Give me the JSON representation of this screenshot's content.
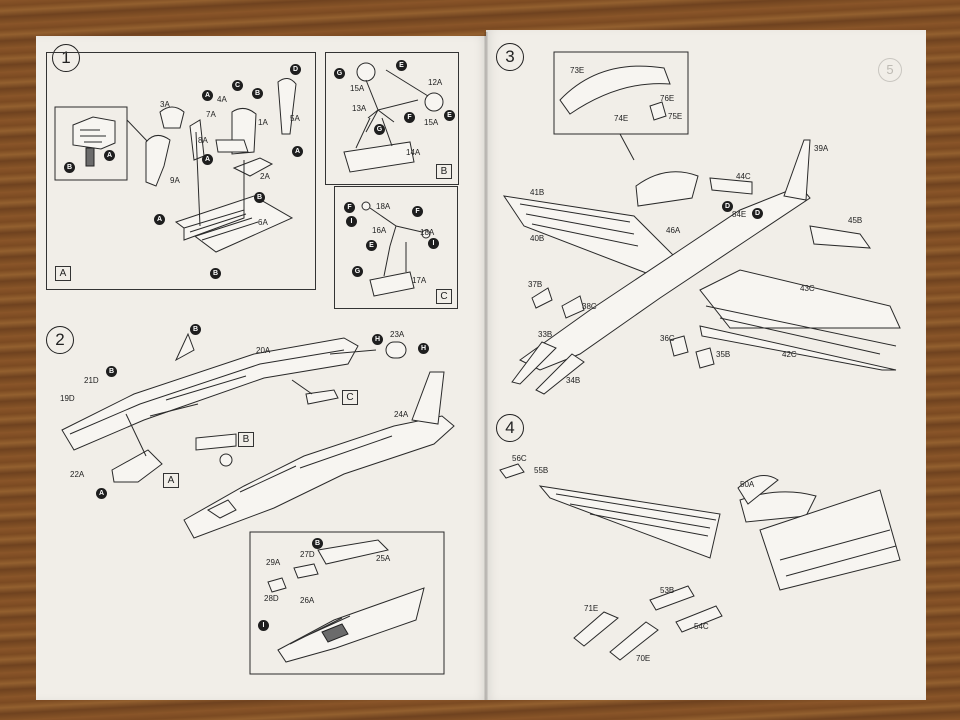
{
  "steps": {
    "s1": "1",
    "s2": "2",
    "s3": "3",
    "s4": "4"
  },
  "page_number": "5",
  "panels": {
    "p1a": "A",
    "p1b": "B",
    "p1c": "C",
    "p2a": "A",
    "p2b": "B",
    "p2c": "C"
  },
  "parts": {
    "p3a": "3A",
    "p4a": "4A",
    "p7a": "7A",
    "p8a": "8A",
    "p1a": "1A",
    "p5a": "5A",
    "p2a": "2A",
    "p9a": "9A",
    "p6a": "6A",
    "p15a_1": "15A",
    "p13a": "13A",
    "p12a": "12A",
    "p15a_2": "15A",
    "p14a": "14A",
    "p18a_1": "18A",
    "p16a": "16A",
    "p18a_2": "18A",
    "p17a": "17A",
    "p20a": "20A",
    "p23a": "23A",
    "p21d": "21D",
    "p19d": "19D",
    "p24a": "24A",
    "p22a": "22A",
    "p29a": "29A",
    "p27d": "27D",
    "p25a": "25A",
    "p28d": "28D",
    "p26a": "26A",
    "p73e": "73E",
    "p76e": "76E",
    "p74e": "74E",
    "p75e": "75E",
    "p39a": "39A",
    "p44c": "44C",
    "p41b": "41B",
    "p84e": "84E",
    "p45b": "45B",
    "p46a": "46A",
    "p40b": "40B",
    "p37b": "37B",
    "p38c": "38C",
    "p43c": "43C",
    "p33b": "33B",
    "p36c": "36C",
    "p35b": "35B",
    "p42c": "42C",
    "p34b": "34B",
    "p56c": "56C",
    "p55b": "55B",
    "p50a": "50A",
    "p53b": "53B",
    "p71e": "71E",
    "p54c": "54C",
    "p70e": "70E"
  },
  "subassemblies": {
    "a1": "A",
    "b1": "B",
    "c1": "C",
    "d1": "D",
    "a2": "A",
    "b2": "B",
    "a3": "A",
    "a4": "A",
    "b3": "B",
    "a5": "A",
    "b4": "B",
    "g1": "G",
    "e1": "E",
    "f1": "F",
    "e2": "E",
    "g2": "G",
    "f3": "F",
    "i1": "I",
    "e3": "E",
    "g3": "G",
    "f4": "F",
    "i2": "I",
    "h1": "H",
    "h2": "H",
    "b5": "B",
    "b6": "B",
    "a6": "A",
    "b7": "B",
    "i3": "I",
    "d2": "D",
    "d3": "D"
  }
}
